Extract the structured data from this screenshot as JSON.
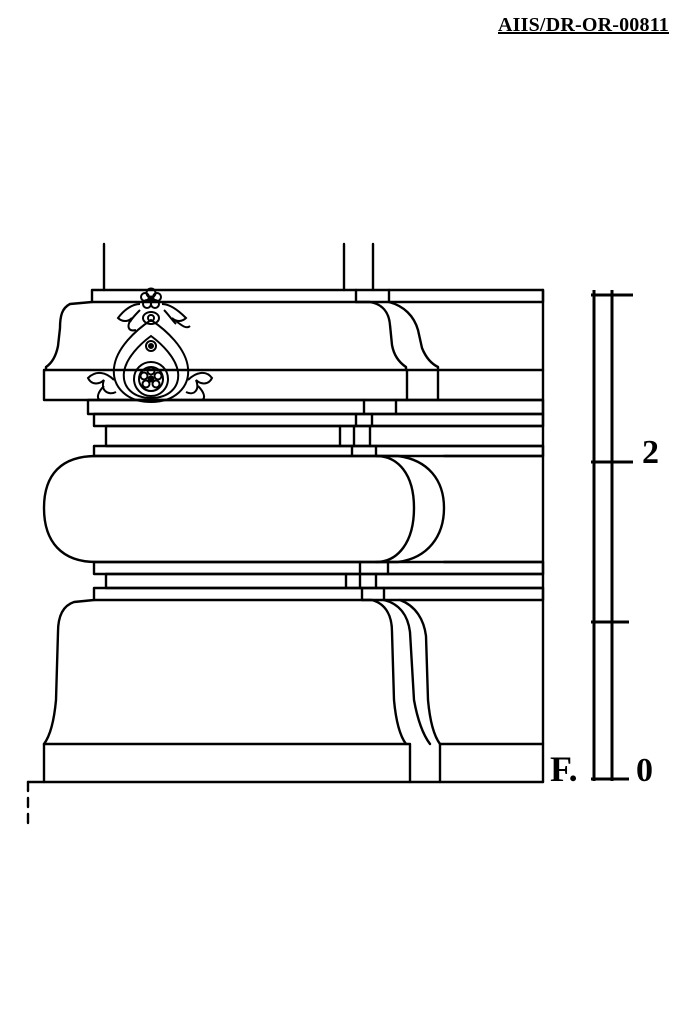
{
  "sheet_id": "AIIS/DR-OR-00811",
  "drawing": {
    "subject": "moulded-base-elevation",
    "line_color": "#000000",
    "background": "#ffffff"
  },
  "scale_bar": {
    "ticks": [
      "0",
      "2"
    ]
  },
  "level_marker": {
    "label": "F."
  }
}
